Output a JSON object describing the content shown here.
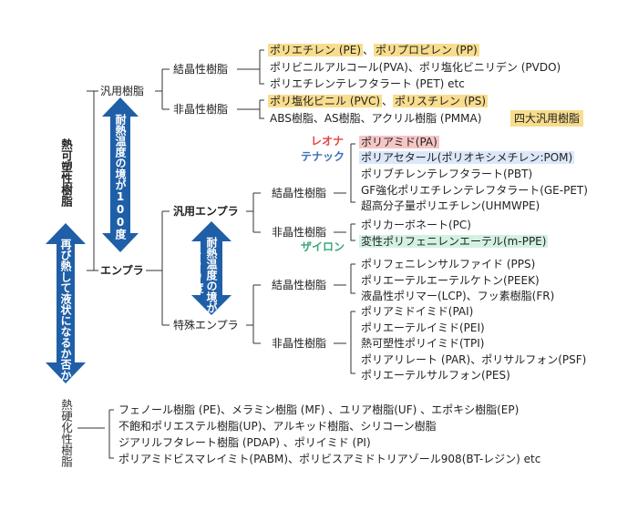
{
  "root": {
    "thermoplastic": "熱可塑性樹脂",
    "thermoset": "熱硬化性樹脂",
    "remelt_arrow": "再び熱して液状になるか否か"
  },
  "general": {
    "label": "汎用樹脂",
    "crystalline": "結晶性樹脂",
    "amorphous": "非晶性樹脂",
    "cryst_items": [
      "ポリエチレン (PE)",
      "、",
      "ポリプロピレン (PP)"
    ],
    "cryst_line2": "ポリビニルアルコール(PVA)、ポリ塩化ビニリデン (PVDO)",
    "cryst_line3": "ポリエチレンテレフタラート (PET) etc",
    "amorph_item1": "ポリ塩化ビニル (PVC)",
    "amorph_sep": "、",
    "amorph_item2": "ポリスチレン (PS)",
    "amorph_line2": "ABS樹脂、AS樹脂、アクリル樹脂 (PMMA)",
    "four_big": "四大汎用樹脂"
  },
  "heat_arrow": "耐熱温度の境が100度",
  "eng": {
    "label": "エンプラ",
    "general_label": "汎用エンプラ",
    "special_label": "特殊エンプラ",
    "heat_arrow2_a": "耐熱温度の境が",
    "heat_arrow2_b": "150度",
    "gen_cryst": "結晶性樹脂",
    "gen_amorph": "非晶性樹脂",
    "brand_leona": "レオナ",
    "brand_tenac": "テナック",
    "brand_xyron": "ザイロン",
    "gen_cryst_items": [
      "ポリアミド(PA)",
      "ポリアセタール(ポリオキシメチレン:POM)",
      "ポリブチレンテレフタラート(PBT)",
      "GF強化ポリエチレンテレフタラート(GE-PET)",
      "超高分子量ポリエチレン(UHMWPE)"
    ],
    "gen_amorph_items": [
      "ポリカーボネート(PC)",
      "変性ポリフェニレンエーテル(m-PPE)"
    ],
    "spec_cryst": "結晶性樹脂",
    "spec_amorph": "非晶性樹脂",
    "spec_cryst_items": [
      "ポリフェニレンサルファイド (PPS)",
      "ポリエーテルエーテルケトン(PEEK)",
      "液晶性ポリマー(LCP)、フッ素樹脂(FR)"
    ],
    "spec_amorph_items": [
      "ポリアミドイミド(PAI)",
      "ポリエーテルイミド(PEI)",
      "熱可塑性ポリイミド(TPI)",
      "ポリアリレート (PAR)、ポリサルフォン(PSF)",
      "ポリエーテルサルフォン(PES)"
    ]
  },
  "thermoset_items": [
    "フェノール樹脂 (PE)、メラミン樹脂 (MF) 、ユリア樹脂(UF) 、エポキシ樹脂(EP)",
    "不飽和ポリエステル樹脂(UP)、アルキッド樹脂、シリコーン樹脂",
    "ジアリルフタレート樹脂 (PDAP) 、ポリイミド (PI)",
    "ポリアミドビスマレイミト(PABM)、ポリビスアミドトリアゾール908(BT-レジン) etc"
  ],
  "colors": {
    "arrow_blue": "#1f5fa8",
    "highlight_yellow": "#f8dd8e",
    "leona_red": "#e64545",
    "tenac_blue": "#3d6fb8",
    "xyron_green": "#3aa77a"
  }
}
